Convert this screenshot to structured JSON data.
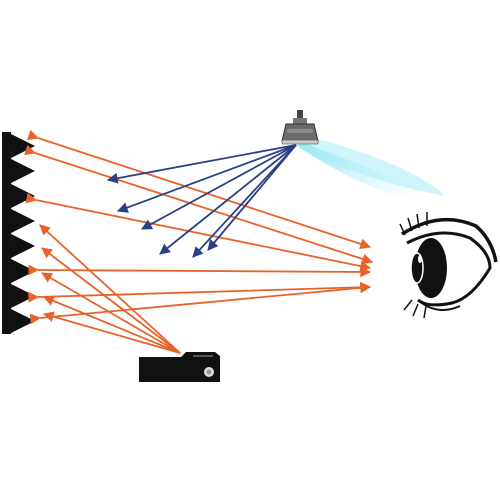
{
  "colors": {
    "background": "#ffffff",
    "reflected_ray": "#e8622a",
    "ceiling_ray": "#2b3f86",
    "light_cone": "#8ee3f2",
    "screen_frame": "#111111",
    "projector_body": "#111111"
  },
  "icons": {
    "screen": "retro-reflective-screen-icon",
    "ceiling_light": "ceiling-lamp-icon",
    "projector": "projector-icon",
    "viewer": "eye-icon"
  },
  "screen": {
    "prism_count": 8
  },
  "rays": {
    "projector_to_screen": 5,
    "screen_to_eye": 6,
    "ceiling_light_to_screen": 6
  }
}
